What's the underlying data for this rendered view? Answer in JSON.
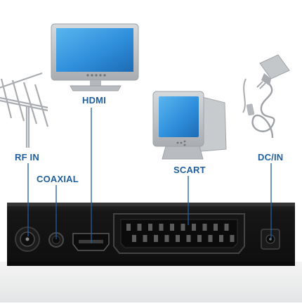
{
  "labels": {
    "hdmi": "HDMI",
    "rf_in": "RF IN",
    "coaxial": "COAXIAL",
    "scart": "SCART",
    "dc_in": "DC/IN"
  },
  "colors": {
    "label": "#1f5f9e",
    "line": "#1f5f9e",
    "device": "#141414",
    "device_edge": "#2c2c2c",
    "screen_blue": "#2f8fdc",
    "monitor_grey": "#b8bcc0",
    "antenna_grey": "#a9adb1",
    "floor": "#e9eaeb"
  }
}
